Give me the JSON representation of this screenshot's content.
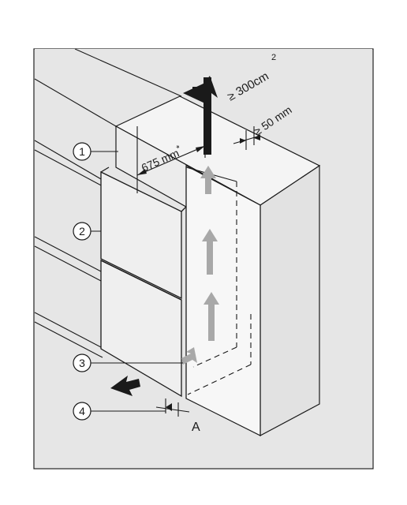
{
  "diagram": {
    "title": "",
    "labels": {
      "vent_area": "≥ 300cm",
      "vent_area_exp": "2",
      "gap_top": "≥ 50 mm",
      "depth": "675 mm",
      "depth_mark": "*",
      "gap_a": "A"
    },
    "callouts": [
      "1",
      "2",
      "3",
      "4"
    ],
    "colors": {
      "line": "#1a1a1a",
      "wall_fill": "#e6e6e6",
      "cabinet_fill": "#ececec",
      "appliance_fill": "#f2f2f2",
      "airflow_arrow": "#a8a8a8",
      "black_arrow": "#1a1a1a"
    },
    "icons": {
      "airflow": "up-arrow-icon",
      "exhaust": "bent-up-arrow-icon",
      "push": "push-arrow-icon"
    }
  }
}
